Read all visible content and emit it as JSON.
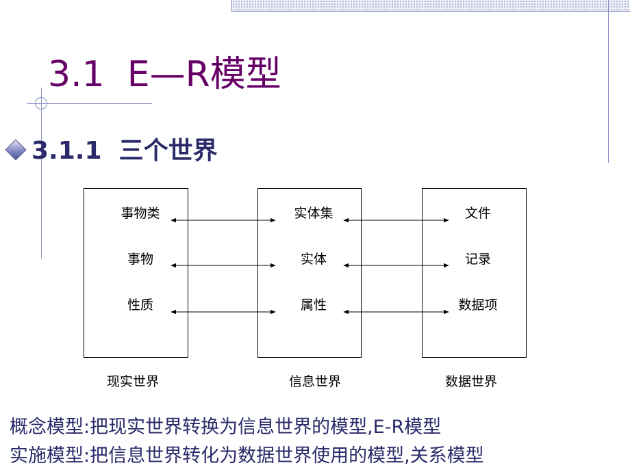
{
  "slide": {
    "title": "3.1  E—R模型",
    "subtitle_number": "3.1.1",
    "subtitle_text": "三个世界"
  },
  "diagram": {
    "worlds": [
      {
        "caption": "现实世界",
        "items": [
          "事物类",
          "事物",
          "性质"
        ]
      },
      {
        "caption": "信息世界",
        "items": [
          "实体集",
          "实体",
          "属性"
        ]
      },
      {
        "caption": "数据世界",
        "items": [
          "文件",
          "记录",
          "数据项"
        ]
      }
    ]
  },
  "descriptions": [
    "概念模型:把现实世界转换为信息世界的模型,E-R模型",
    "实施模型:把信息世界转化为数据世界使用的模型,关系模型"
  ]
}
